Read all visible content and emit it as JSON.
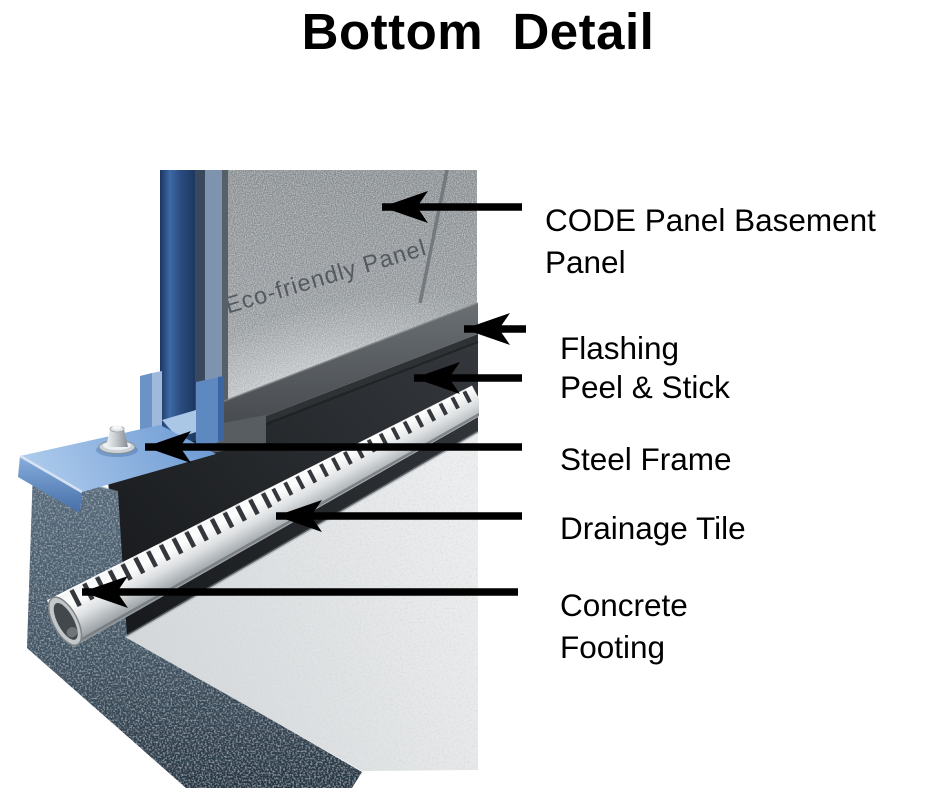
{
  "title": "Bottom  Detail",
  "diagram": {
    "watermark": "Eco-friendly Panel",
    "labels": [
      {
        "id": "code-panel-basement-panel",
        "lines": [
          "CODE Panel Basement",
          "Panel"
        ]
      },
      {
        "id": "flashing",
        "lines": [
          "Flashing"
        ]
      },
      {
        "id": "peel-and-stick",
        "lines": [
          "Peel & Stick"
        ]
      },
      {
        "id": "steel-frame",
        "lines": [
          "Steel Frame"
        ]
      },
      {
        "id": "drainage-tile",
        "lines": [
          "Drainage Tile"
        ]
      },
      {
        "id": "concrete-footing",
        "lines": [
          "Concrete",
          "Footing"
        ]
      }
    ],
    "colors": {
      "arrow": "#000000",
      "label_text": "#000000",
      "panel_gray": "#8b9195",
      "frame_blue": "#2a4b7e",
      "steel_angle_blue": "#86b0e0",
      "flashing_gray": "#54595d",
      "peel_stick_black": "#232629",
      "footing_slate": "#4c6070",
      "floor_concrete": "#e8eaec",
      "drainage_pipe": "#eef0f1"
    }
  }
}
